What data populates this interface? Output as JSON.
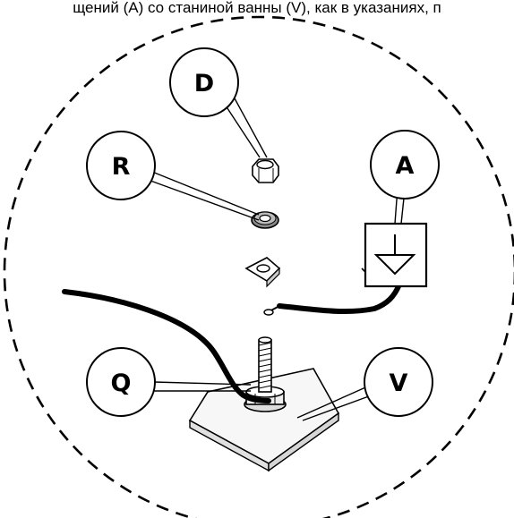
{
  "header": {
    "text": "щений (A) со станиной ванны (V), как в указаниях, п"
  },
  "callouts": {
    "d": "D",
    "r": "R",
    "a": "A",
    "q": "Q",
    "v": "V"
  },
  "icons": {
    "ground_symbol": "ground-icon"
  }
}
